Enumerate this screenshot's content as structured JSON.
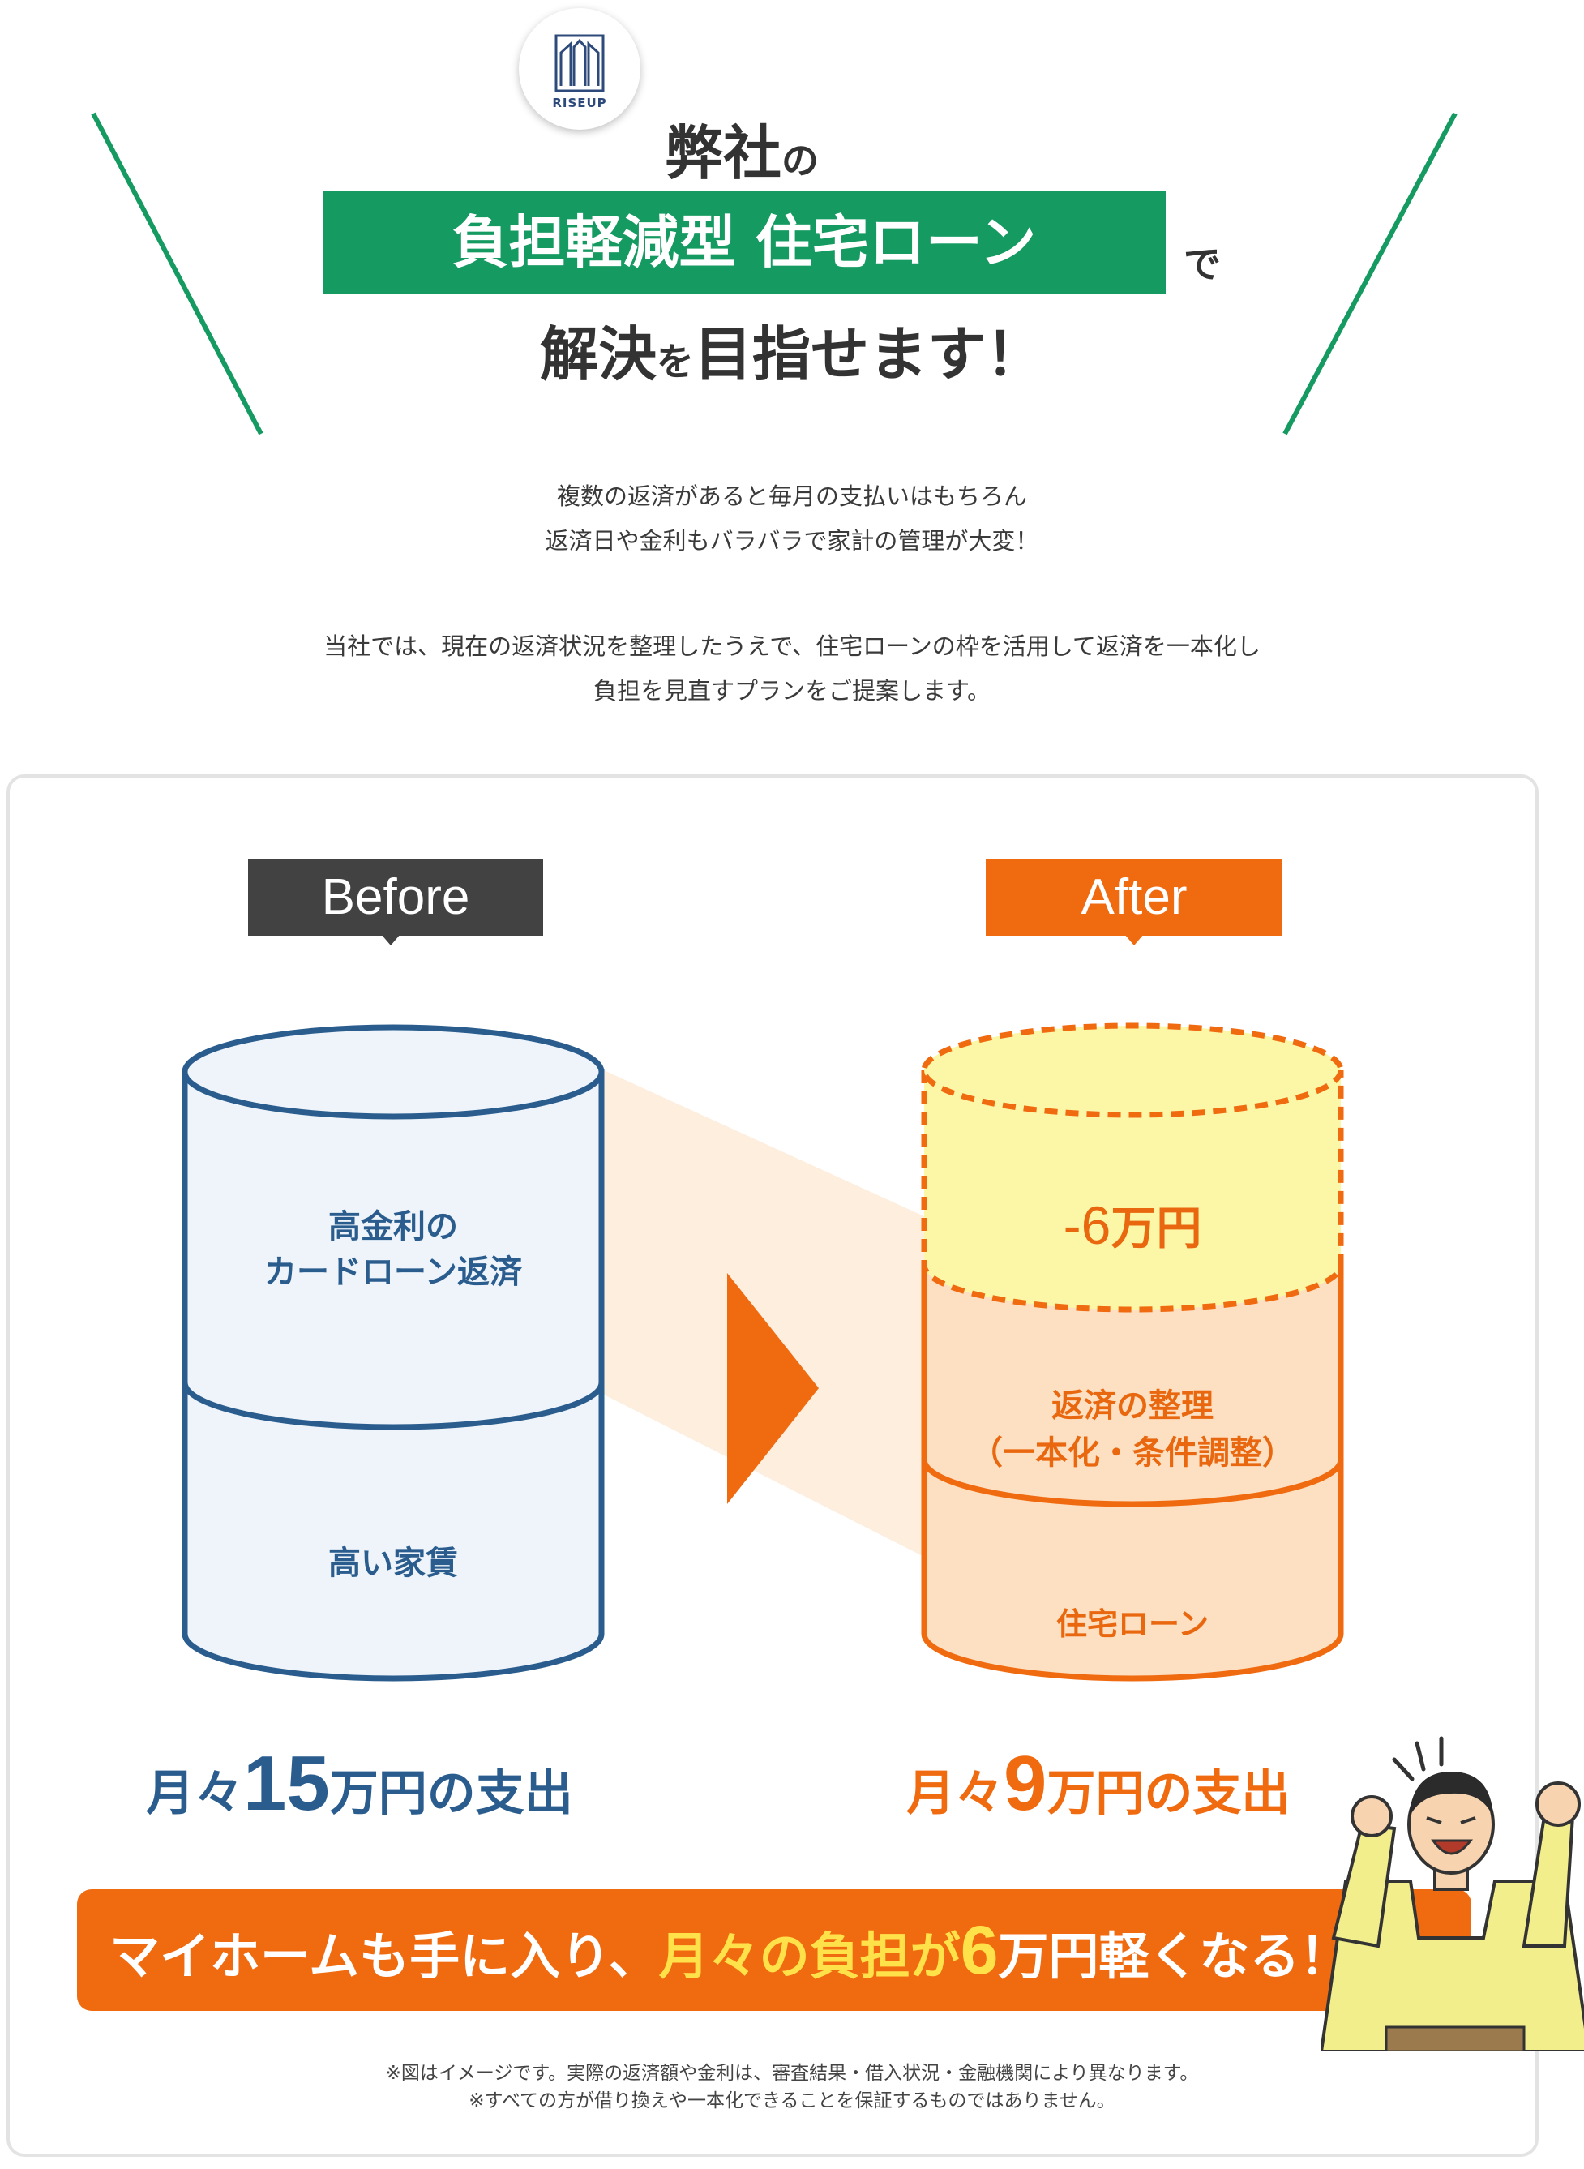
{
  "header": {
    "logo_text": "RISEUP",
    "line1_main": "弊社",
    "line1_particle": "の",
    "highlight": "負担軽減型 住宅ローン",
    "line2_particle": "で",
    "line3_main1": "解決",
    "line3_particle": "を",
    "line3_main2": "目指せます！"
  },
  "intro": {
    "p1_line1": "複数の返済があると毎月の支払いはもちろん",
    "p1_line2": "返済日や金利もバラバラで家計の管理が大変！",
    "p2_line1": "当社では、現在の返済状況を整理したうえで、住宅ローンの枠を活用して返済を一本化し",
    "p2_line2": "負担を見直すプランをご提案します。"
  },
  "comparison": {
    "before": {
      "tag": "Before",
      "top_label_1": "高金利の",
      "top_label_2": "カードローン返済",
      "bottom_label": "高い家賃",
      "total_prefix": "月々",
      "total_amount": "15",
      "total_suffix": "万円の支出"
    },
    "after": {
      "tag": "After",
      "reduction_sign": "-6",
      "reduction_unit": "万円",
      "middle_label_1": "返済の整理",
      "middle_label_2": "（一本化・条件調整）",
      "bottom_label": "住宅ローン",
      "total_prefix": "月々",
      "total_amount": "9",
      "total_suffix": "万円の支出"
    }
  },
  "banner": {
    "part1": "マイホームも手に入り、",
    "part2": "月々の負担が",
    "amount": "6",
    "part3": "万円軽くなる！"
  },
  "notes": {
    "line1": "※図はイメージです。実際の返済額や金利は、審査結果・借入状況・金融機関により異なります。",
    "line2": "※すべての方が借り換えや一本化できることを保証するものではありません。"
  },
  "colors": {
    "green": "#159a61",
    "orange": "#f06a10",
    "blue": "#2a5d8e",
    "dark_tag": "#424242",
    "yellow_fill": "#fbf7a6",
    "peach_fill": "#fde0c2"
  }
}
